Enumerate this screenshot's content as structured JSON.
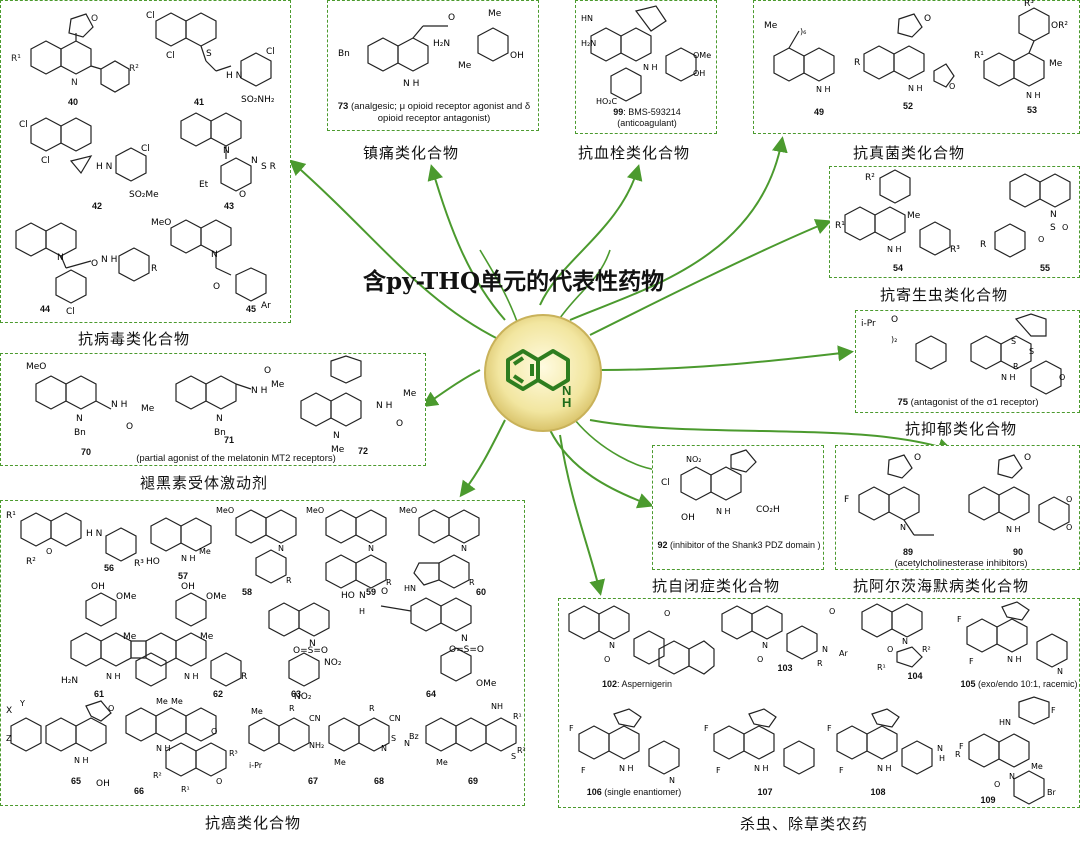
{
  "center": {
    "title": "含py-THQ单元的代表性药物",
    "nh_label": "N\nH"
  },
  "categories": {
    "antiviral": "抗病毒类化合物",
    "analgesic": "镇痛类化合物",
    "antithrombotic": "抗血栓类化合物",
    "antifungal": "抗真菌类化合物",
    "antiparasitic": "抗寄生虫类化合物",
    "antidepressant": "抗抑郁类化合物",
    "melatonin": "褪黑素受体激动剂",
    "anticancer": "抗癌类化合物",
    "autism": "抗自闭症类化合物",
    "alzheimer": "抗阿尔茨海默病类化合物",
    "pesticide": "杀虫、除草类农药"
  },
  "compounds": {
    "c40": "40",
    "c41": "41",
    "c42": "42",
    "c43": "43",
    "c44": "44",
    "c45": "45",
    "c73": "73",
    "c73_note": "(analgesic; μ opioid receptor agonist and δ opioid receptor antagonist)",
    "c99": "99",
    "c99_name": ": BMS-593214",
    "c99_note": "(anticoagulant)",
    "c49": "49",
    "c52": "52",
    "c53": "53",
    "c54": "54",
    "c55": "55",
    "c75": "75",
    "c75_note": "(antagonist of the σ1 receptor)",
    "c70": "70",
    "c71": "71",
    "c72": "72",
    "melatonin_note": "(partial agonist of the melatonin MT2 receptors)",
    "c56": "56",
    "c57": "57",
    "c58": "58",
    "c59": "59",
    "c60": "60",
    "c61": "61",
    "c62": "62",
    "c63": "63",
    "c64": "64",
    "c65": "65",
    "c66": "66",
    "c67": "67",
    "c68": "68",
    "c69": "69",
    "c92": "92",
    "c92_note": "(inhibitor of the Shank3 PDZ domain )",
    "c89": "89",
    "c90": "90",
    "ad_note": "(acetylcholinesterase inhibitors)",
    "c102": "102",
    "c102_name": ": Aspernigerin",
    "c103": "103",
    "c104": "104",
    "c105": "105",
    "c105_note": "(exo/endo 10:1, racemic)",
    "c106": "106",
    "c106_note": "(single enantiomer)",
    "c107": "107",
    "c108": "108",
    "c109": "109"
  },
  "colors": {
    "accent": "#4b9a2e",
    "disc": "#f2e6a0",
    "ring": "#2e7d1f"
  }
}
